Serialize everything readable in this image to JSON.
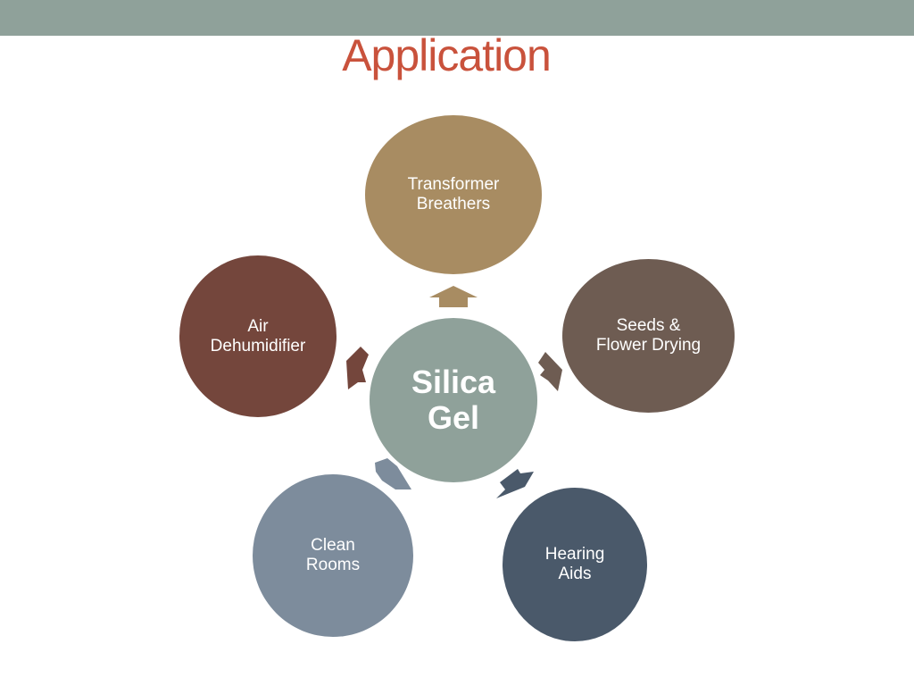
{
  "title": "Application",
  "colors": {
    "top_bar": "#8fa19a",
    "title": "#c9523c",
    "hub": "#8fa19a",
    "transformer": "#a88c62",
    "seeds": "#6e5c52",
    "hearing": "#4a596a",
    "clean": "#7d8c9c",
    "air": "#74463c"
  },
  "hub": {
    "label": "Silica\nGel"
  },
  "nodes": {
    "transformer": {
      "label": "Transformer\nBreathers"
    },
    "seeds": {
      "label": "Seeds &\nFlower Drying"
    },
    "hearing": {
      "label": "Hearing\nAids"
    },
    "clean": {
      "label": "Clean\nRooms"
    },
    "air": {
      "label": "Air\nDehumidifier"
    }
  }
}
